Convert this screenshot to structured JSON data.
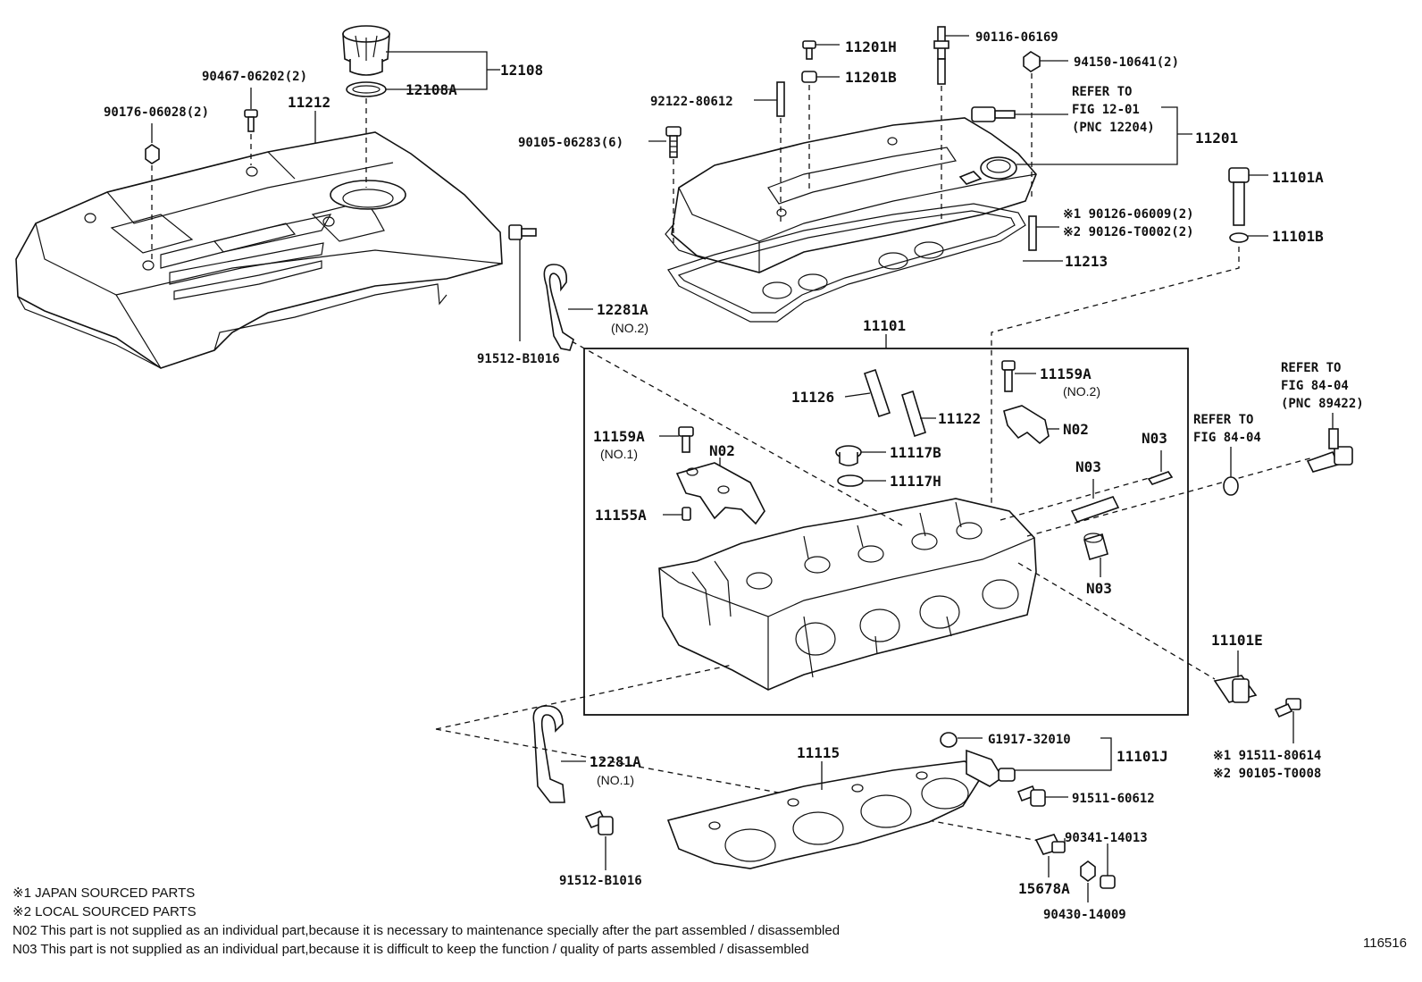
{
  "figure_id": "116516",
  "callouts": {
    "c12108": "12108",
    "c12108a": "12108A",
    "c90467": "90467-06202(2)",
    "c90176": "90176-06028(2)",
    "c11212": "11212",
    "c11201h": "11201H",
    "c11201b": "11201B",
    "c90116": "90116-06169",
    "c94150": "94150-10641(2)",
    "c92122": "92122-80612",
    "c90105": "90105-06283(6)",
    "refer_1201_a": "REFER TO",
    "refer_1201_b": "FIG 12-01",
    "refer_1201_c": "(PNC 12204)",
    "c11201": "11201",
    "c11101a": "11101A",
    "c90126a": "※1 90126-06009(2)",
    "c90126b": "※2 90126-T0002(2)",
    "c11101b": "11101B",
    "c11213": "11213",
    "c12281a_top": "12281A",
    "c12281a_top_sub": "(NO.2)",
    "c91512_top": "91512-B1016",
    "c11101": "11101",
    "c11159a_r": "11159A",
    "c11159a_r_sub": "(NO.2)",
    "refer_8404a_a": "REFER TO",
    "refer_8404a_b": "FIG 84-04",
    "refer_8404a_c": "(PNC 89422)",
    "c11126": "11126",
    "c11122": "11122",
    "c n02_r": "N02",
    "refer_8404b_a": "REFER TO",
    "refer_8404b_b": "FIG 84-04",
    "c11159a_l": "11159A",
    "c11159a_l_sub": "(NO.1)",
    "c_n02_l": "N02",
    "c11117b": "11117B",
    "c11117h": "11117H",
    "c_n03_a": "N03",
    "c_n03_b": "N03",
    "c_n03_c": "N03",
    "c11155a": "11155A",
    "c11101e": "11101E",
    "c91511_80614": "※1 91511-80614",
    "c90105_t0008": "※2 90105-T0008",
    "c12281a_bot": "12281A",
    "c12281a_bot_sub": "(NO.1)",
    "c11115": "11115",
    "c_g1917": "G1917-32010",
    "c11101j": "11101J",
    "c91511_60612": "91511-60612",
    "c90341": "90341-14013",
    "c15678a": "15678A",
    "c90430": "90430-14009",
    "c91512_bot": "91512-B1016"
  },
  "notes": {
    "note1": "※1 JAPAN SOURCED PARTS",
    "note2": "※2 LOCAL SOURCED PARTS",
    "note3": "N02 This part is not supplied as an individual part,because it is necessary to maintenance specially after the part assembled / disassembled",
    "note4": "N03 This part is not supplied as an individual part,because it is difficult to keep the function / quality of parts assembled / disassembled"
  }
}
